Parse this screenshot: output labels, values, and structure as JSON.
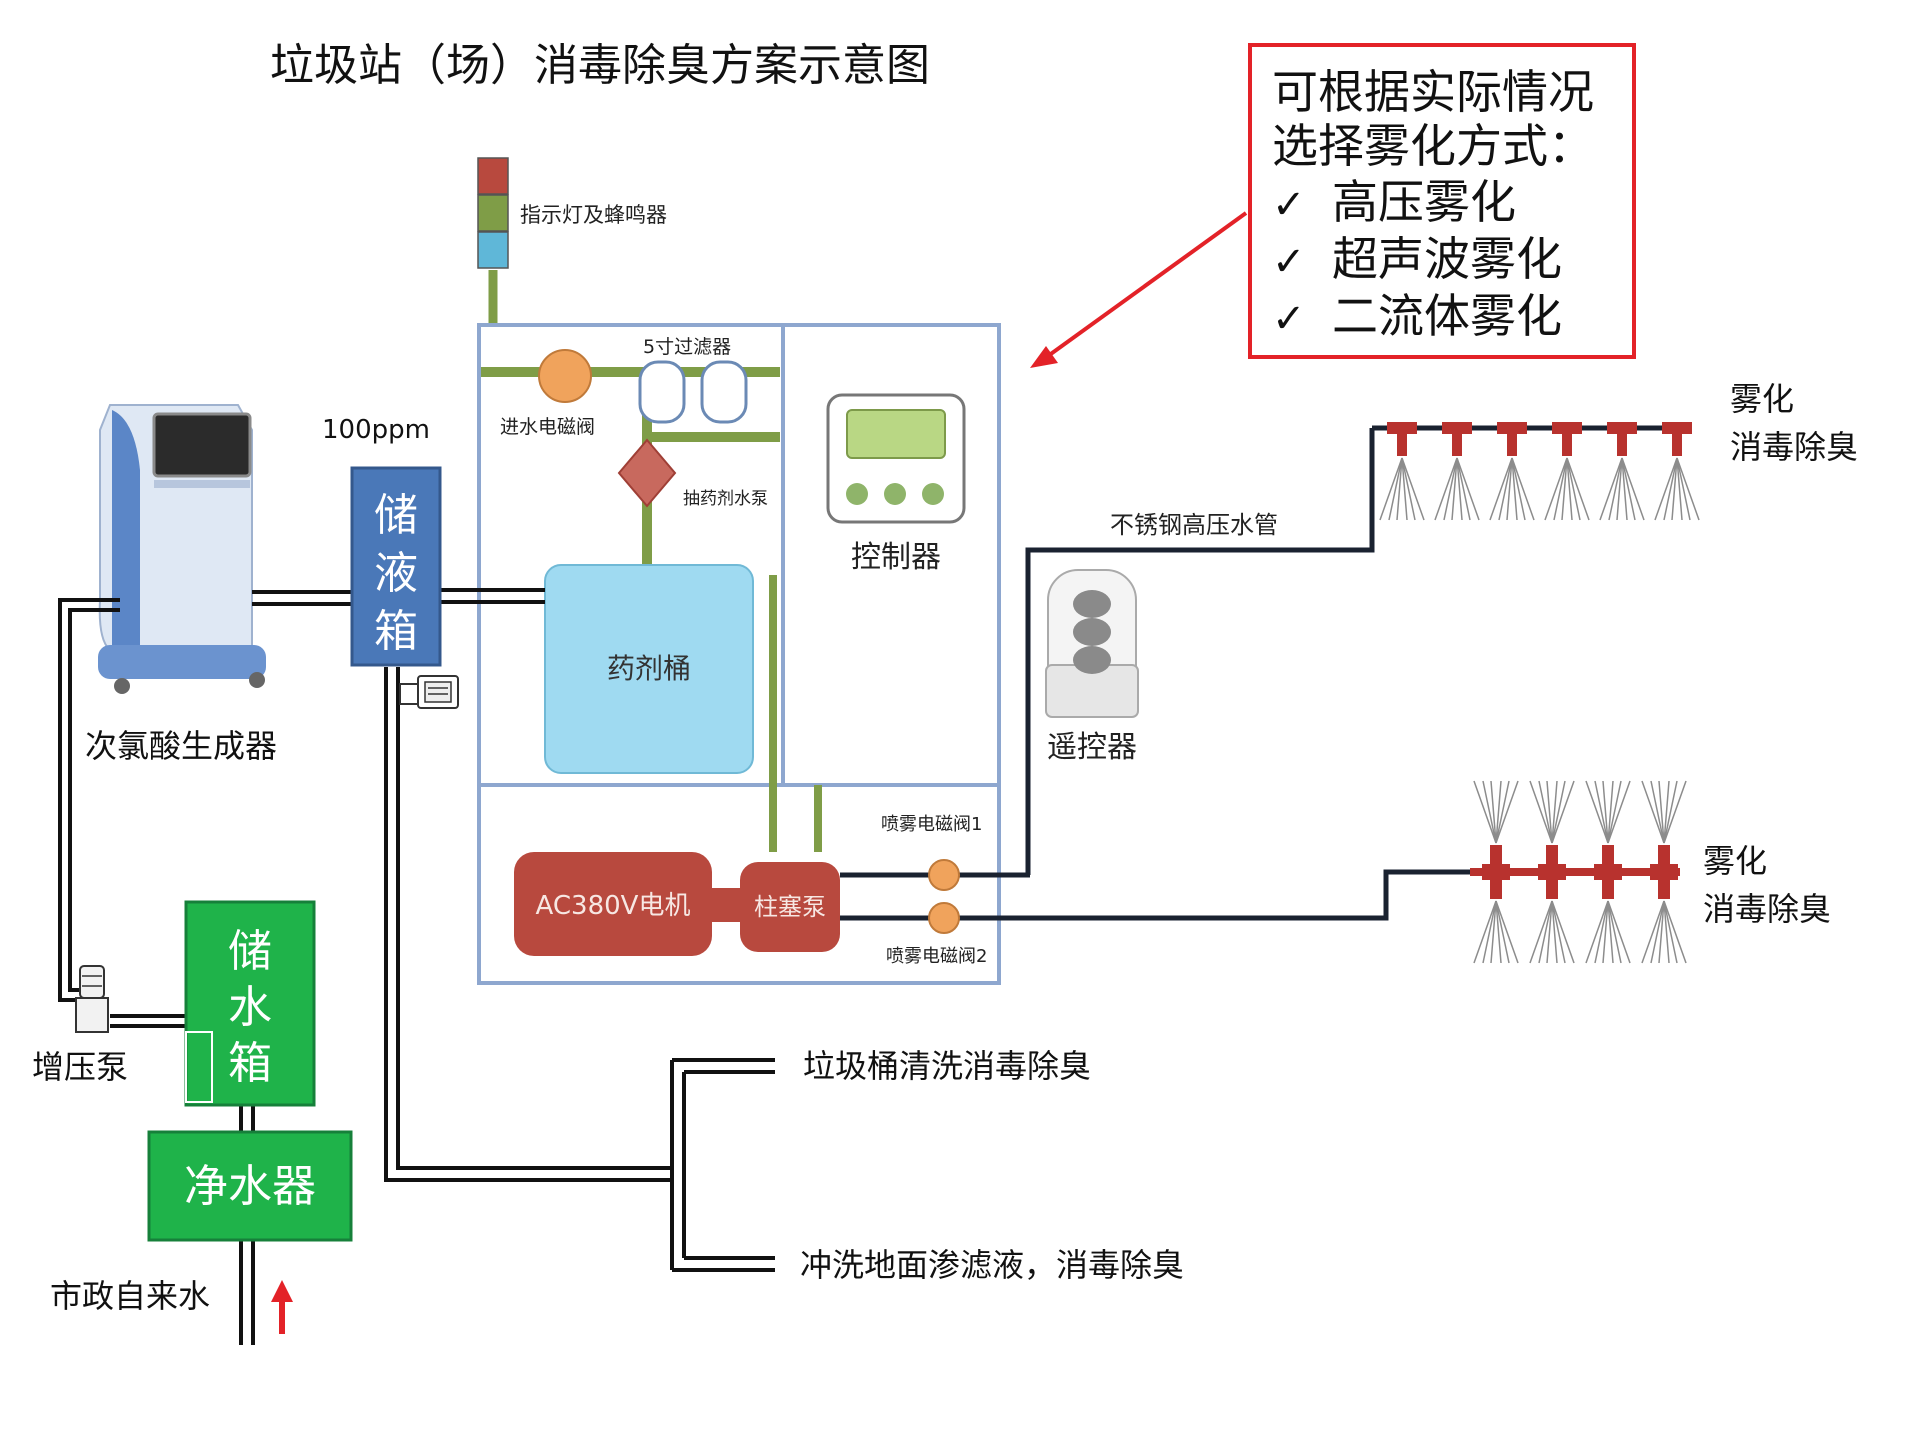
{
  "title": "垃圾站（场）消毒除臭方案示意图",
  "note": {
    "line1": "可根据实际情况",
    "line2": "选择雾化方式：",
    "options": [
      "高压雾化",
      "超声波雾化",
      "二流体雾化"
    ],
    "check_icon": "✓",
    "border_color": "#e32228"
  },
  "generator": {
    "label": "次氯酸生成器"
  },
  "concentration": "100ppm",
  "storage_tank": {
    "label": "储液箱",
    "chars": [
      "储",
      "液",
      "箱"
    ],
    "color": "#4a78b8"
  },
  "water_tank": {
    "label": "储水箱",
    "chars": [
      "储",
      "水",
      "箱"
    ],
    "color": "#1fb34a"
  },
  "purifier": {
    "label": "净水器",
    "color": "#1fb34a"
  },
  "booster_pump": {
    "label": "增压泵"
  },
  "tap_water": {
    "label": "市政自来水"
  },
  "indicator": {
    "label": "指示灯及蜂鸣器"
  },
  "machine": {
    "inlet_valve": "进水电磁阀",
    "filter": "5寸过滤器",
    "dosing_pump": "抽药剂水泵",
    "chemical_bucket": "药剂桶",
    "controller": "控制器",
    "motor": "AC380V电机",
    "plunger_pump": "柱塞泵",
    "spray_valve_1": "喷雾电磁阀1",
    "spray_valve_2": "喷雾电磁阀2",
    "frame_color": "#8ea7cf",
    "pipe_color": "#7f9d47",
    "red_color": "#b8493e",
    "orange_color": "#f0a35c"
  },
  "remote": {
    "label": "遥控器"
  },
  "pipe_label": "不锈钢高压水管",
  "nozzle_upper": {
    "line1": "雾化",
    "line2": "消毒除臭"
  },
  "nozzle_lower": {
    "line1": "雾化",
    "line2": "消毒除臭"
  },
  "outlets": {
    "bin_wash": "垃圾桶清洗消毒除臭",
    "floor_wash": "冲洗地面渗滤液，消毒除臭"
  }
}
